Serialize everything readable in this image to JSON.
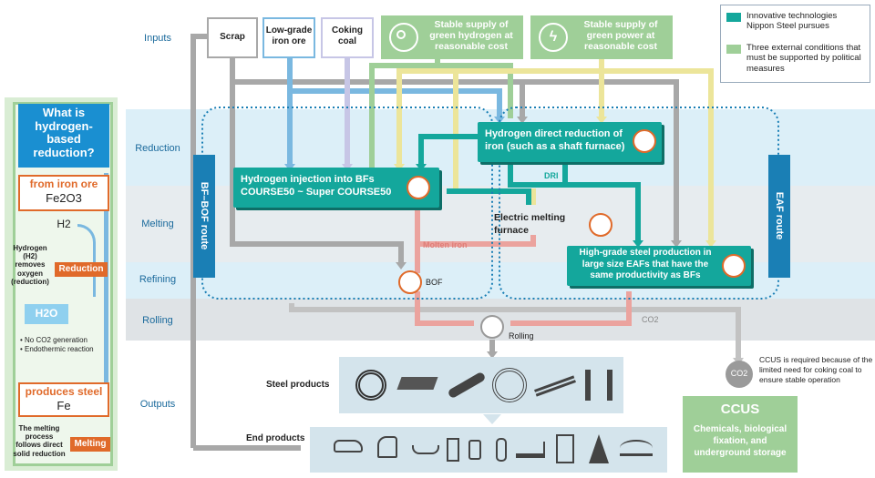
{
  "stages": {
    "inputs": "Inputs",
    "reduction": "Reduction",
    "melting": "Melting",
    "refining": "Refining",
    "rolling": "Rolling",
    "outputs": "Outputs"
  },
  "inputs": {
    "scrap": "Scrap",
    "low_grade_ore": "Low-grade iron ore",
    "coking_coal": "Coking coal",
    "green_hydrogen": "Stable supply of green hydrogen at reasonable cost",
    "green_power": "Stable supply of green power at reasonable cost"
  },
  "legend": {
    "innovative": "Innovative technologies Nippon Steel pursues",
    "external": "Three external conditions that must be supported by political measures"
  },
  "sidebar": {
    "title": "What is hydrogen-based reduction?",
    "from_ore": "from iron ore",
    "fe2o3": "Fe2O3",
    "h2": "H2",
    "hydrogen_note": "Hydrogen (H2) removes oxygen (reduction)",
    "reduction_tag": "Reduction",
    "h2o": "H2O",
    "bullet1": "No CO2 generation",
    "bullet2": "Endothermic reaction",
    "produces": "produces steel",
    "fe": "Fe",
    "melting_note": "The melting process follows direct solid reduction",
    "melting_tag": "Melting"
  },
  "routes": {
    "bf_bof": "BF–BOF route",
    "eaf": "EAF route"
  },
  "processes": {
    "h2_injection": "Hydrogen injection into BFs COURSE50 ~ Super COURSE50",
    "h2_direct": "Hydrogen direct reduction of iron (such as a shaft furnace)",
    "dri": "DRI",
    "electric_melting": "Electric melting furnace",
    "molten_iron": "Molten iron",
    "high_grade": "High-grade steel production in large size EAFs that have the same productivity as BFs",
    "bof": "BOF",
    "rolling": "Rolling",
    "co2": "CO2"
  },
  "outputs": {
    "steel_products": "Steel products",
    "end_products": "End products",
    "steel_items": [
      "steel-coil-icon",
      "steel-plate-icon",
      "steel-pipe-icon",
      "wire-rod-icon",
      "bars-icon",
      "h-beam-icon"
    ],
    "end_items": [
      "car-icon",
      "train-icon",
      "ship-icon",
      "refrigerator-icon",
      "can-icon",
      "battery-icon",
      "excavator-icon",
      "building-icon",
      "pylon-icon",
      "bridge-icon"
    ]
  },
  "ccus": {
    "note": "CCUS is required because of the limited need for coking coal to ensure stable operation",
    "co2": "CO2",
    "title": "CCUS",
    "desc": "Chemicals, biological fixation, and underground storage"
  },
  "colors": {
    "teal": "#14a79c",
    "green": "#9fcf98",
    "blue_line": "#7ab8e0",
    "yellow_line": "#ece59a",
    "pink_line": "#eba39e",
    "gray_line": "#a8a8a8",
    "orange": "#e06a2a"
  }
}
